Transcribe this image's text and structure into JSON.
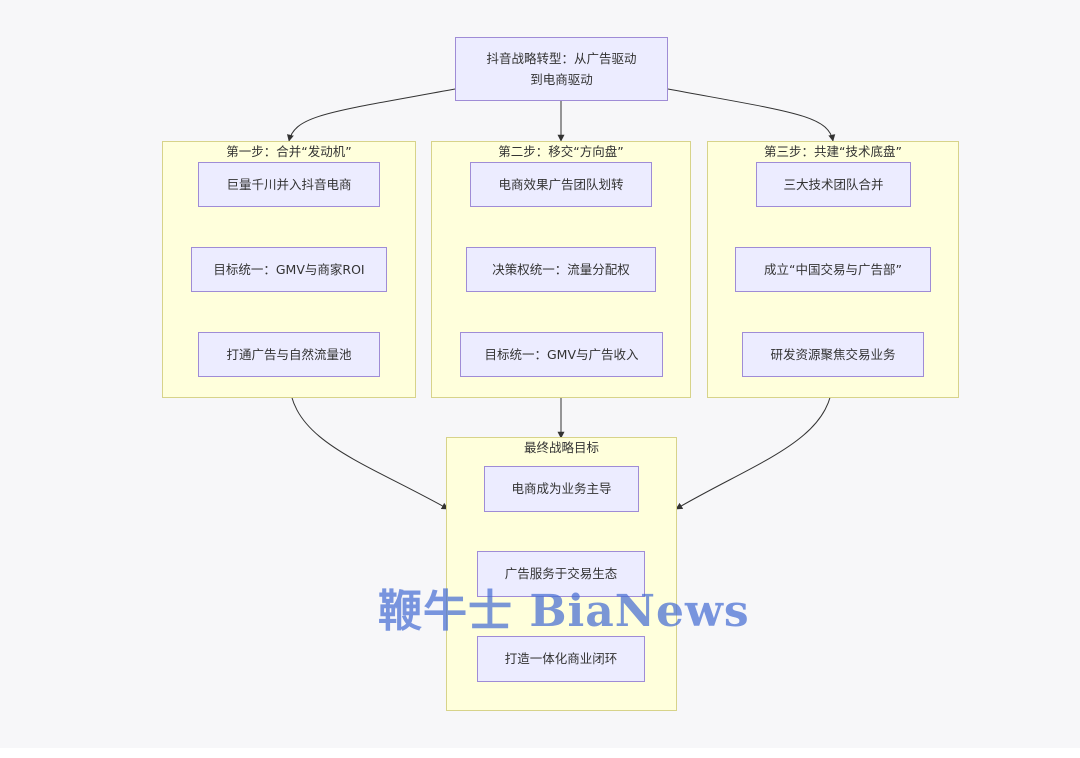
{
  "diagram": {
    "root": {
      "line1": "抖音战略转型：从广告驱动",
      "line2": "到电商驱动"
    },
    "clusters": {
      "step1": {
        "title": "第一步：合并“发动机”",
        "nodes": [
          "巨量千川并入抖音电商",
          "目标统一：GMV与商家ROI",
          "打通广告与自然流量池"
        ]
      },
      "step2": {
        "title": "第二步：移交“方向盘”",
        "nodes": [
          "电商效果广告团队划转",
          "决策权统一：流量分配权",
          "目标统一：GMV与广告收入"
        ]
      },
      "step3": {
        "title": "第三步：共建“技术底盘”",
        "nodes": [
          "三大技术团队合并",
          "成立“中国交易与广告部”",
          "研发资源聚焦交易业务"
        ]
      },
      "final": {
        "title": "最终战略目标",
        "nodes": [
          "电商成为业务主导",
          "广告服务于交易生态",
          "打造一体化商业闭环"
        ]
      }
    }
  },
  "watermark": "鞭牛士 BiaNews",
  "colors": {
    "node_fill": "#ececff",
    "node_border": "#9f8cd6",
    "cluster_fill": "#ffffdc",
    "cluster_border": "#d7d38a",
    "edge": "#333333"
  }
}
